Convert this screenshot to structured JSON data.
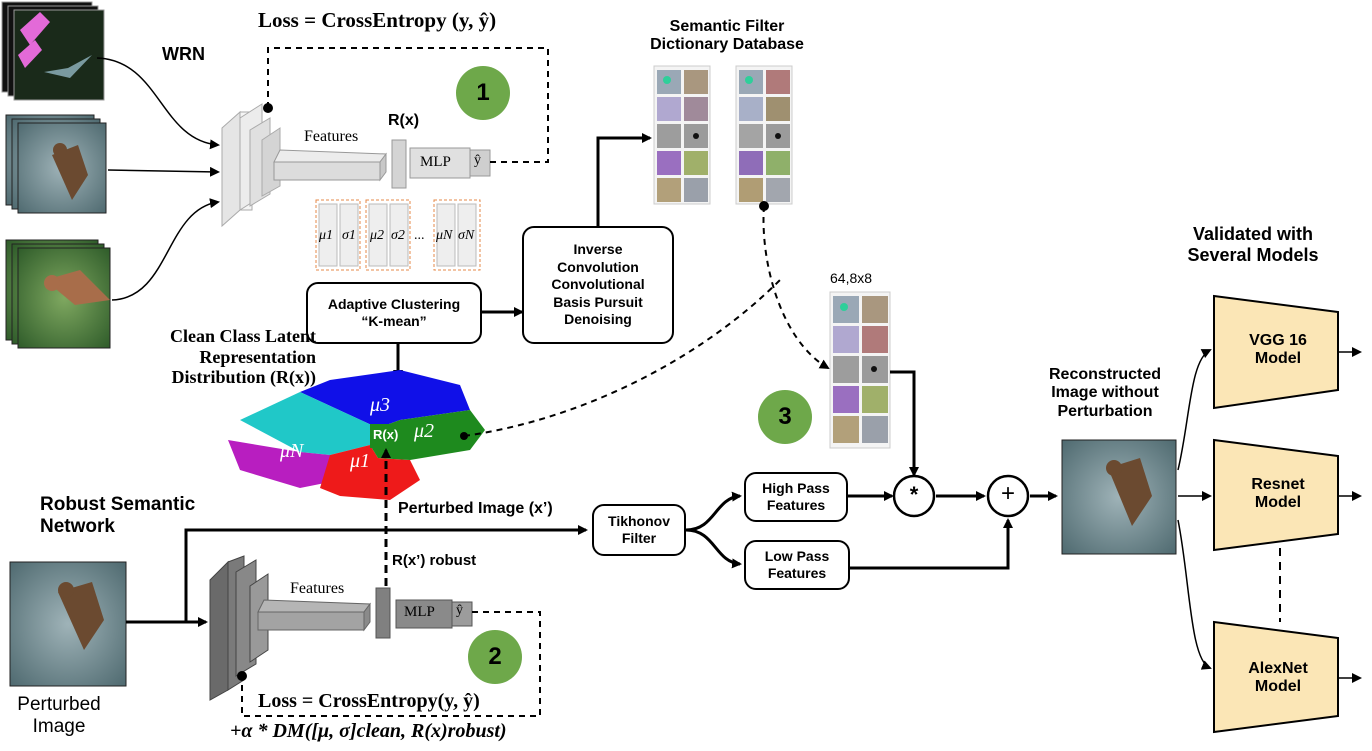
{
  "top_loss": "Loss = CrossEntropy (y, ŷ)",
  "wrn_label": "WRN",
  "features_top": "Features",
  "rx_label": "R(x)",
  "mlp_top": "MLP",
  "yhat": "ŷ",
  "step1": "1",
  "step2": "2",
  "step3": "3",
  "mu_sigma": [
    "μ1",
    "σ1",
    "μ2",
    "σ2",
    "...",
    "μN",
    "σN"
  ],
  "semantic_db_title": "Semantic Filter\nDictionary Database",
  "inverse_box": "Inverse\nConvolution\nConvolutional\nBasis Pursuit\nDenoising",
  "adaptive_box": "Adaptive Clustering\n“K-mean”",
  "clean_class_label": "Clean Class Latent\nRepresentation\nDistribution (R(x))",
  "cluster_labels": {
    "mu3": "μ3",
    "muN": "μN",
    "mu1": "μ1",
    "mu2": "μ2",
    "rx": "R(x)"
  },
  "filter_size_label": "64,8x8",
  "validated_title": "Validated with\nSeveral Models",
  "models": [
    "VGG 16\nModel",
    "Resnet\nModel",
    "AlexNet\nModel"
  ],
  "reconstructed_label": "Reconstructed\nImage without\nPerturbation",
  "robust_title": "Robust Semantic\nNetwork",
  "perturbed_image_arrow": "Perturbed Image (x’)",
  "tikhonov_box": "Tikhonov\nFilter",
  "high_pass_box": "High Pass\nFeatures",
  "low_pass_box": "Low Pass\nFeatures",
  "multiply_op": "*",
  "add_op": "+",
  "rx_robust": "R(x’) robust",
  "features_bottom": "Features",
  "mlp_bottom": "MLP",
  "bottom_loss_1": "Loss = CrossEntropy(y, ŷ)",
  "bottom_loss_2": "+α * DM([μ, σ]clean, R(x)robust)",
  "perturbed_caption": "Perturbed\nImage",
  "colors": {
    "green": "#6ea84a",
    "model_fill": "#fbe6b6",
    "orange_dash": "#e48a4a"
  }
}
